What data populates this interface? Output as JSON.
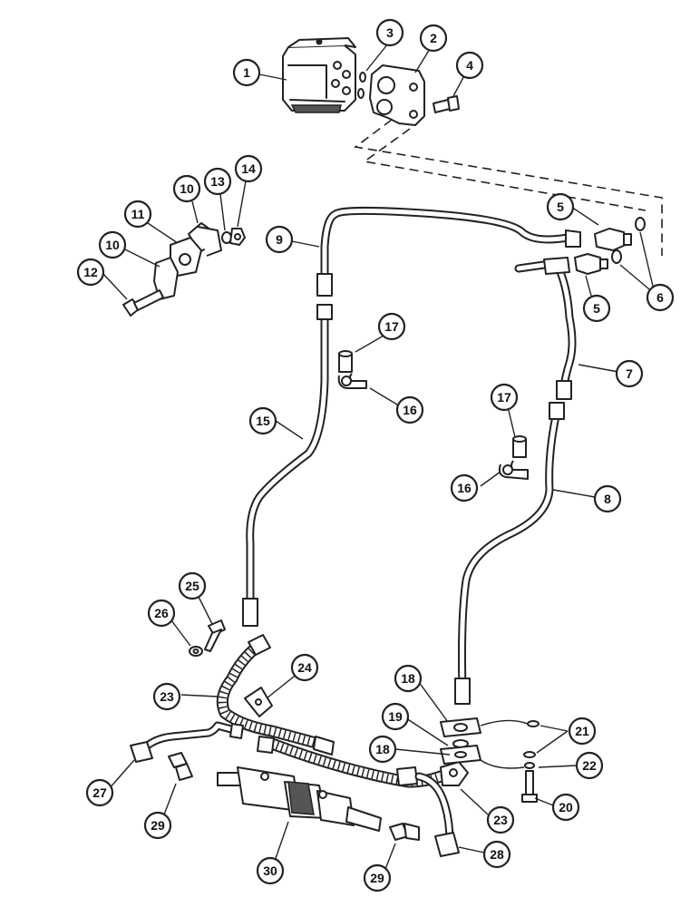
{
  "callouts": [
    {
      "id": "c1",
      "label": "1"
    },
    {
      "id": "c2",
      "label": "2"
    },
    {
      "id": "c3",
      "label": "3"
    },
    {
      "id": "c4",
      "label": "4"
    },
    {
      "id": "c5a",
      "label": "5"
    },
    {
      "id": "c5b",
      "label": "5"
    },
    {
      "id": "c6",
      "label": "6"
    },
    {
      "id": "c7",
      "label": "7"
    },
    {
      "id": "c8",
      "label": "8"
    },
    {
      "id": "c9",
      "label": "9"
    },
    {
      "id": "c10a",
      "label": "10"
    },
    {
      "id": "c10b",
      "label": "10"
    },
    {
      "id": "c11",
      "label": "11"
    },
    {
      "id": "c12",
      "label": "12"
    },
    {
      "id": "c13",
      "label": "13"
    },
    {
      "id": "c14",
      "label": "14"
    },
    {
      "id": "c15",
      "label": "15"
    },
    {
      "id": "c16a",
      "label": "16"
    },
    {
      "id": "c16b",
      "label": "16"
    },
    {
      "id": "c17a",
      "label": "17"
    },
    {
      "id": "c17b",
      "label": "17"
    },
    {
      "id": "c18a",
      "label": "18"
    },
    {
      "id": "c18b",
      "label": "18"
    },
    {
      "id": "c19",
      "label": "19"
    },
    {
      "id": "c20",
      "label": "20"
    },
    {
      "id": "c21",
      "label": "21"
    },
    {
      "id": "c22",
      "label": "22"
    },
    {
      "id": "c23a",
      "label": "23"
    },
    {
      "id": "c23b",
      "label": "23"
    },
    {
      "id": "c24",
      "label": "24"
    },
    {
      "id": "c25",
      "label": "25"
    },
    {
      "id": "c26",
      "label": "26"
    },
    {
      "id": "c27",
      "label": "27"
    },
    {
      "id": "c28",
      "label": "28"
    },
    {
      "id": "c29a",
      "label": "29"
    },
    {
      "id": "c29b",
      "label": "29"
    },
    {
      "id": "c30",
      "label": "30"
    }
  ]
}
